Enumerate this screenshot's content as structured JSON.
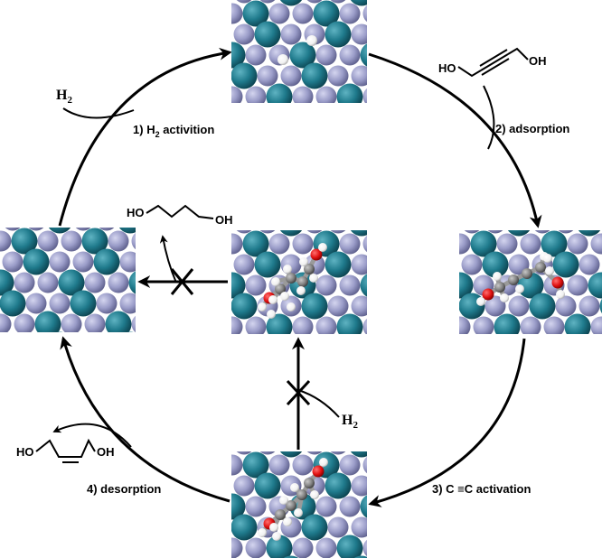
{
  "steps": {
    "s1": {
      "number": "1)",
      "text": "H",
      "sub": "2",
      "tail": " activition"
    },
    "s2": "2) adsorption",
    "s3": "3) C ≡C activation",
    "s4": "4) desorption"
  },
  "reagents": {
    "h2_top": {
      "main": "H",
      "sub": "2"
    },
    "h2_bottom": {
      "main": "H",
      "sub": "2"
    }
  },
  "molecules": {
    "butynediol": {
      "oh_left": "HO",
      "oh_right": "OH"
    },
    "butanediol": {
      "oh_left": "HO",
      "oh_right": "OH"
    },
    "butenediol": {
      "oh_left": "HO",
      "oh_right": "OH"
    }
  },
  "colors": {
    "teal_atom": "#1f7a8c",
    "lavender_atom": "#9a9cc8",
    "oxygen": "#e01010",
    "hydrogen": "#ffffff",
    "carbon": "#808080"
  },
  "surfaces": {
    "top": {
      "adsorbate": "two H atoms"
    },
    "left": {
      "adsorbate": "clean surface"
    },
    "center": {
      "adsorbate": "butenediol molecule"
    },
    "right": {
      "adsorbate": "butynediol molecule"
    },
    "bottom": {
      "adsorbate": "butenediol molecule"
    }
  },
  "blocked_paths": [
    "center-to-left",
    "bottom-to-center"
  ]
}
